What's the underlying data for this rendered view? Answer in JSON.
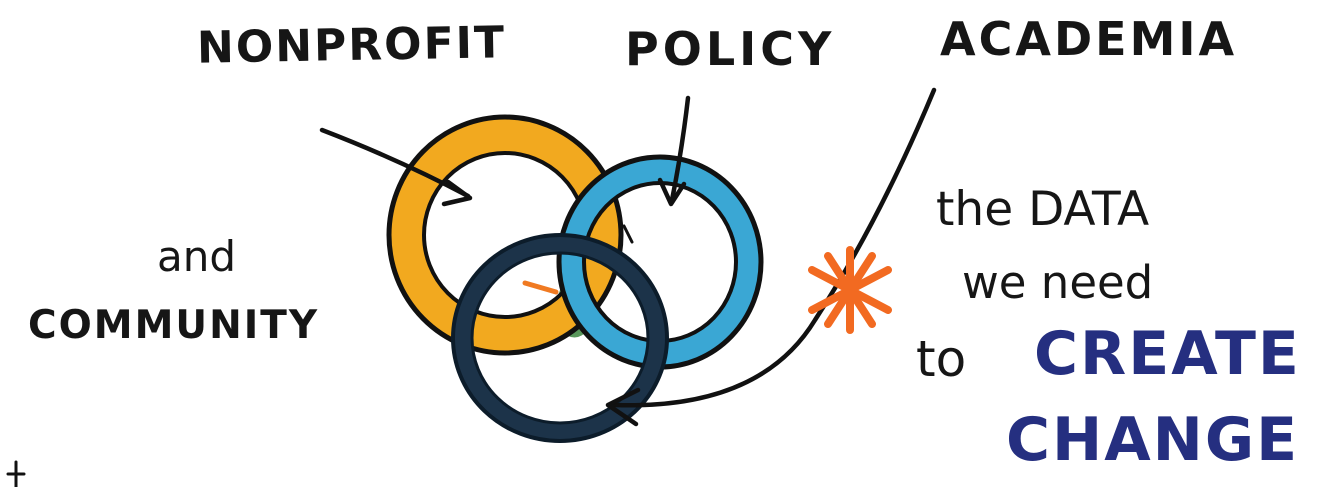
{
  "labels": {
    "nonprofit": "NONPROFIT",
    "policy": "POLICY",
    "academia": "ACADEMIA",
    "and": "and",
    "community": "COMMUNITY",
    "tagline_line1": "the DATA",
    "tagline_line2": "we need",
    "tagline_line3": "to",
    "create": "CREATE",
    "change": "CHANGE"
  },
  "colors": {
    "ink": "#161616",
    "nonprofit_circle": "#f2a91f",
    "policy_circle": "#3aa7d4",
    "community_circle": "#1c3349",
    "overlap_green": "#2f7d32",
    "overlap_orange": "#f07a22",
    "star": "#f26a21",
    "emphasis": "#252f80"
  }
}
